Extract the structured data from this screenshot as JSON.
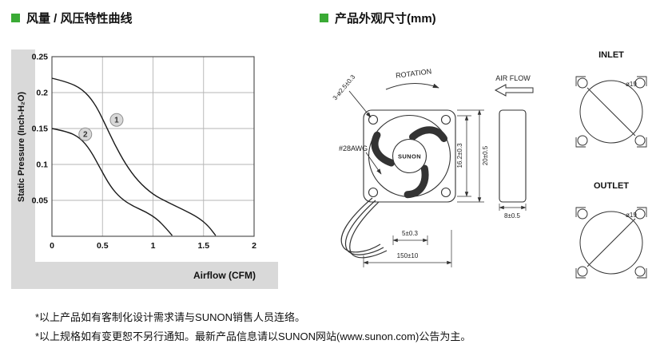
{
  "page": {
    "section_left_title": "风量 / 风压特性曲线",
    "section_right_title": "产品外观尺寸(mm)",
    "accent_color": "#3aaa35",
    "notes": [
      "*以上产品如有客制化设计需求请与SUNON销售人员连络。",
      "*以上规格如有变更恕不另行通知。最新产品信息请以SUNON网站(www.sunon.com)公告为主。"
    ]
  },
  "chart_data": {
    "type": "line",
    "title": "风量 / 风压特性曲线",
    "xlabel": "Airflow (CFM)",
    "ylabel": "Static Pressure (Inch-H₂O)",
    "xlim": [
      0,
      2
    ],
    "ylim": [
      0,
      0.25
    ],
    "xtick_values": [
      0,
      0.5,
      1,
      1.5,
      2
    ],
    "xtick_labels": [
      "0",
      "0.5",
      "1",
      "1.5",
      "2"
    ],
    "ytick_values": [
      0.05,
      0.1,
      0.15,
      0.2,
      0.25
    ],
    "ytick_labels": [
      "0.05",
      "0.1",
      "0.15",
      "0.2",
      "0.25"
    ],
    "grid": true,
    "legend": "numbered badges on curves",
    "series": [
      {
        "name": "1",
        "marker": {
          "label": "1",
          "x": 0.64,
          "y": 0.162
        },
        "points": [
          [
            0,
            0.22
          ],
          [
            0.15,
            0.215
          ],
          [
            0.3,
            0.205
          ],
          [
            0.42,
            0.186
          ],
          [
            0.52,
            0.158
          ],
          [
            0.62,
            0.128
          ],
          [
            0.73,
            0.1
          ],
          [
            0.85,
            0.077
          ],
          [
            1,
            0.058
          ],
          [
            1.15,
            0.047
          ],
          [
            1.3,
            0.037
          ],
          [
            1.45,
            0.026
          ],
          [
            1.55,
            0.014
          ],
          [
            1.62,
            0.001
          ]
        ]
      },
      {
        "name": "2",
        "marker": {
          "label": "2",
          "x": 0.33,
          "y": 0.142
        },
        "points": [
          [
            0,
            0.15
          ],
          [
            0.15,
            0.146
          ],
          [
            0.28,
            0.137
          ],
          [
            0.38,
            0.12
          ],
          [
            0.48,
            0.094
          ],
          [
            0.58,
            0.069
          ],
          [
            0.68,
            0.053
          ],
          [
            0.8,
            0.042
          ],
          [
            0.93,
            0.034
          ],
          [
            1.04,
            0.024
          ],
          [
            1.13,
            0.011
          ],
          [
            1.19,
            0.001
          ]
        ]
      }
    ]
  },
  "drawing": {
    "rotation_label": "ROTATION",
    "holes_label": "3-ø2.5±0.3",
    "wire_label": "#28AWG",
    "logo": "SUNON",
    "dim_16_2": "16.2±0.3",
    "dim_20": "20±0.5",
    "dim_5": "5±0.3",
    "dim_150": "150±10",
    "airflow_label": "AIR FLOW",
    "dim_8": "8±0.5",
    "inlet_label": "INLET",
    "outlet_label": "OUTLET",
    "inlet_dia": "ø19",
    "outlet_dia": "ø19"
  }
}
